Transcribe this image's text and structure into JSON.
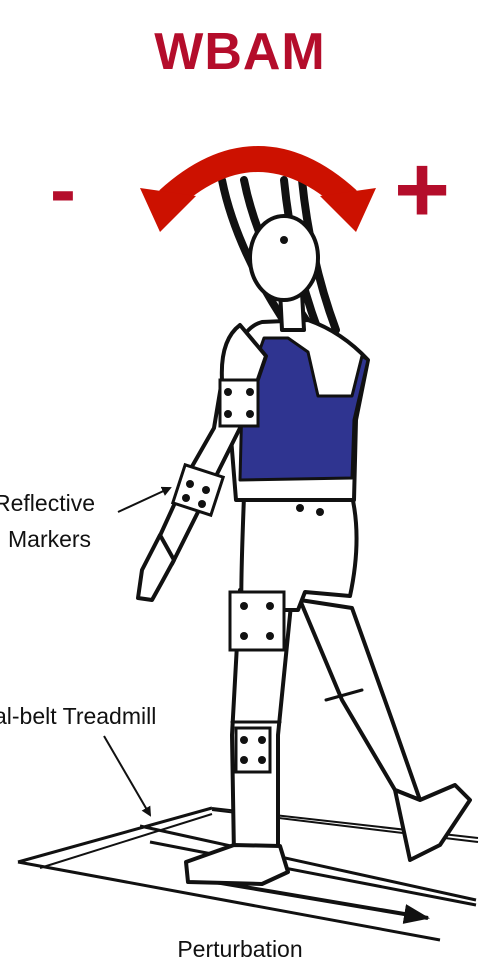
{
  "title": "WBAM",
  "sign_negative": "-",
  "sign_positive": "+",
  "labels": {
    "markers_line1": "Reflective",
    "markers_line2": "Markers",
    "treadmill": "al-belt Treadmill",
    "perturbation": "Perturbation"
  },
  "colors": {
    "accent": "#b40d2b",
    "arrow": "#cc1100",
    "harness": "#2f3490",
    "outline": "#111111"
  },
  "icons": [
    "rotation-arrow-icon",
    "walking-figure-illustration",
    "treadmill-icon",
    "perturbation-arrow-icon"
  ]
}
